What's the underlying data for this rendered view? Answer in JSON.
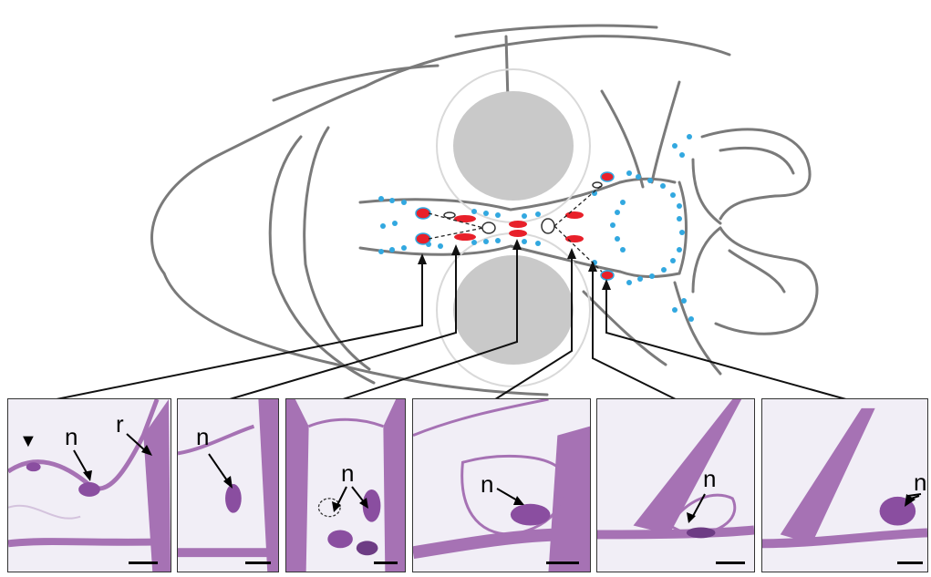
{
  "colors": {
    "outline": "#7a7a7a",
    "eye": "#c9c9c9",
    "eye_ring": "#d9d9d9",
    "dot_blue": "#32a8e0",
    "dot_red": "#e8202a",
    "tissue": "#f1eef6",
    "stain": "#a672b4",
    "stain_dark": "#6d3c84",
    "pointer": "#111111"
  },
  "icons": {
    "arrowhead": "arrowhead-icon",
    "arrow": "arrow-icon"
  },
  "panels": [
    {
      "id": "p1",
      "labels": [
        "n",
        "r"
      ]
    },
    {
      "id": "p2",
      "labels": [
        "n"
      ]
    },
    {
      "id": "p3",
      "labels": [
        "n"
      ]
    },
    {
      "id": "p4",
      "labels": [
        "n"
      ]
    },
    {
      "id": "p5",
      "labels": [
        "n"
      ]
    },
    {
      "id": "p6",
      "labels": [
        "n"
      ]
    }
  ]
}
